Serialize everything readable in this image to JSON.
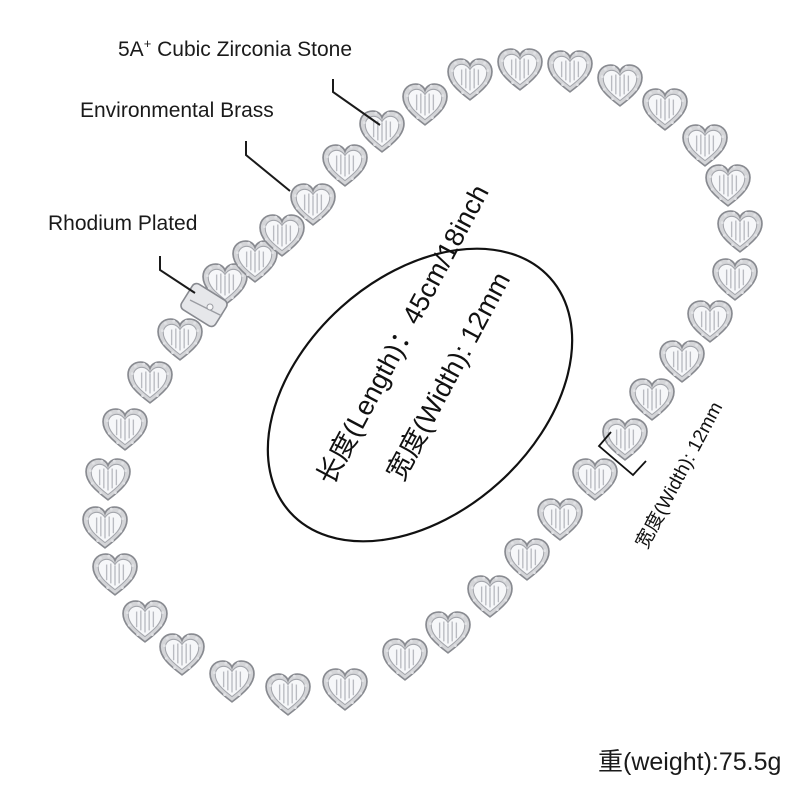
{
  "callouts": {
    "stone_prefix": "5A",
    "stone_sup": "+",
    "stone_rest": " Cubic Zirconia Stone",
    "brass": "Environmental Brass",
    "rhodium": "Rhodium Plated"
  },
  "specs": {
    "length": "长度(Length)：45cm/18inch",
    "width": "宽度(Width): 12mm",
    "side_width": "宽度(Width): 12mm"
  },
  "weight": "重(weight):75.5g",
  "colors": {
    "metal": "#d9dadc",
    "stone": "#f4f5f7",
    "outline": "#8e9096",
    "line": "#1a1a1a"
  }
}
